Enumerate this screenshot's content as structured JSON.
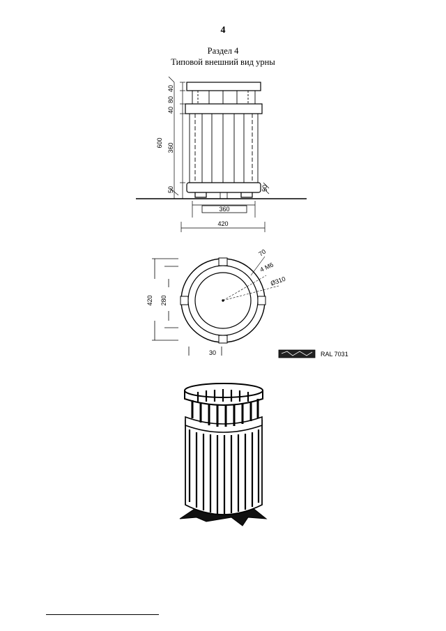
{
  "page": {
    "number": "4"
  },
  "header": {
    "section": "Раздел 4",
    "title": "Типовой внешний вид урны"
  },
  "front_view": {
    "dims_vertical_outer": "600",
    "dims_vertical_stack": [
      "40",
      "80",
      "40",
      "360",
      "50"
    ],
    "dim_right_foot": "50",
    "dim_base_width": "360",
    "dim_total_width": "420"
  },
  "top_view": {
    "dim_outer": "420",
    "dim_inner": "280",
    "dim_bottom": "30",
    "dim_r1": "70",
    "dim_r2": "4 М6",
    "dim_r3": "Ø310"
  },
  "color": {
    "code": "RAL 7031"
  }
}
